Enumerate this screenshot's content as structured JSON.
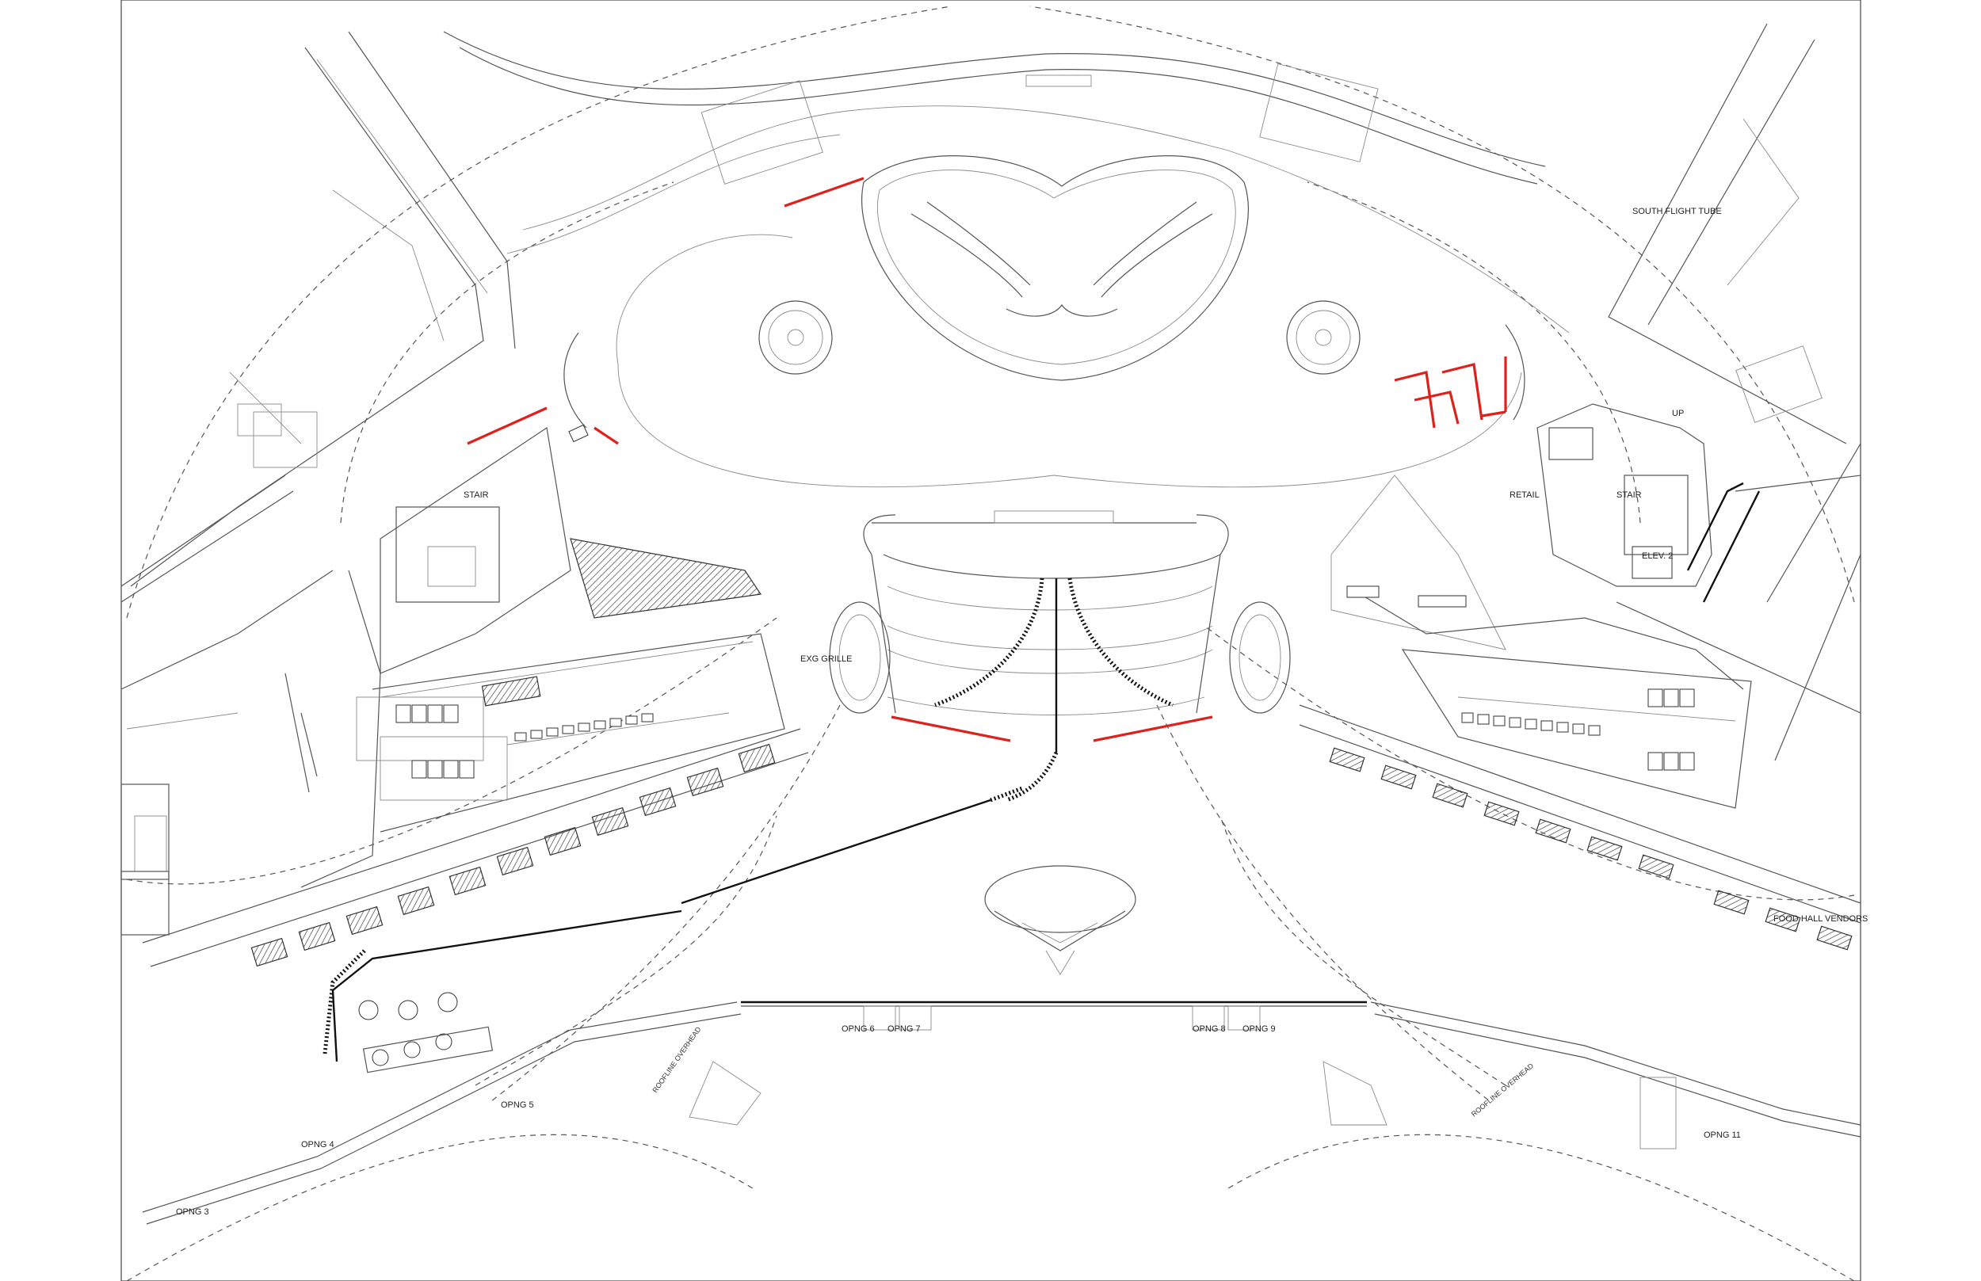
{
  "drawing": {
    "title": "",
    "colors": {
      "linework": "#555555",
      "heavy": "#111111",
      "demolition_red": "#e0201b",
      "background": "#ffffff"
    }
  },
  "labels": {
    "south_flight_tube": "SOUTH FLIGHT TUBE",
    "stair_left": "STAIR",
    "stair_right": "STAIR",
    "retail": "RETAIL",
    "elev": "ELEV. 2",
    "up": "UP",
    "exg_grille": "EXG GRILLE",
    "food_hall": "FOOD HALL VENDORS",
    "roofline_left": "ROOFLINE OVERHEAD",
    "roofline_right": "ROOFLINE OVERHEAD",
    "opng_3": "OPNG 3",
    "opng_4": "OPNG 4",
    "opng_5": "OPNG 5",
    "opng_6": "OPNG 6",
    "opng_7": "OPNG 7",
    "opng_8": "OPNG 8",
    "opng_9": "OPNG 9",
    "opng_11": "OPNG 11"
  }
}
